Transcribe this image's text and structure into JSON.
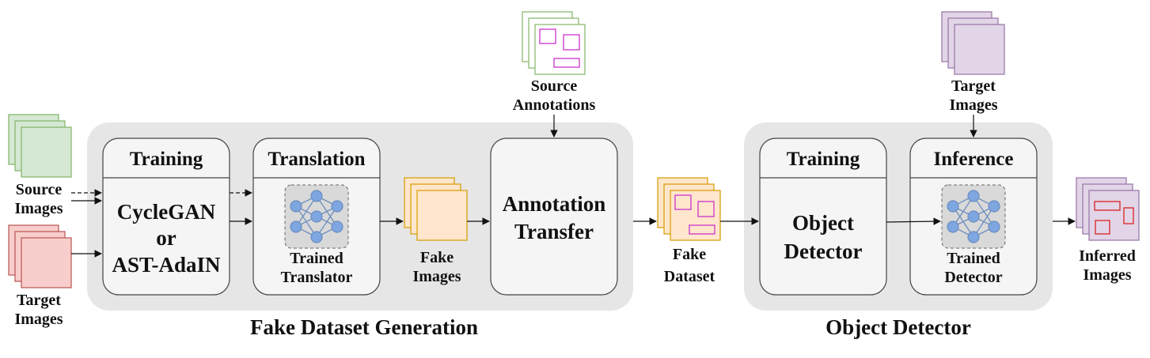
{
  "groups": {
    "fake_dataset_generation": "Fake Dataset Generation",
    "object_detector": "Object Detector"
  },
  "inputs": {
    "source_images": [
      "Source",
      "Images"
    ],
    "target_images": [
      "Target",
      "Images"
    ],
    "source_annotations": [
      "Source",
      "Annotations"
    ],
    "target_images_top": [
      "Target",
      "Images"
    ]
  },
  "blocks": {
    "training_gen": {
      "header": "Training",
      "body": [
        "CycleGAN",
        "or",
        "AST-AdaIN"
      ]
    },
    "translation": {
      "header": "Translation",
      "caption": [
        "Trained",
        "Translator"
      ]
    },
    "annotation_transfer": {
      "body": [
        "Annotation",
        "Transfer"
      ]
    },
    "training_det": {
      "header": "Training",
      "body": [
        "Object",
        "Detector"
      ]
    },
    "inference": {
      "header": "Inference",
      "caption": [
        "Trained",
        "Detector"
      ]
    }
  },
  "outputs": {
    "fake_images": [
      "Fake",
      "Images"
    ],
    "fake_dataset": [
      "Fake",
      "Dataset"
    ],
    "inferred_images": [
      "Inferred",
      "Images"
    ]
  },
  "colors": {
    "group_bg": "#e6e6e6",
    "block_bg": "#f5f5f5",
    "source_fill": "#d5e8d4",
    "source_stroke": "#82b366",
    "target_fill": "#f8cecc",
    "target_stroke": "#b85450",
    "fake_fill": "#ffe6cc",
    "fake_stroke": "#d79b00",
    "inferred_fill": "#e1d5e7",
    "inferred_stroke": "#9673a6",
    "annotation_box": "#cc33cc",
    "prediction_box": "#dd2222",
    "nn_node": "#7ea6e0",
    "nn_stroke": "#6c8ebf"
  }
}
